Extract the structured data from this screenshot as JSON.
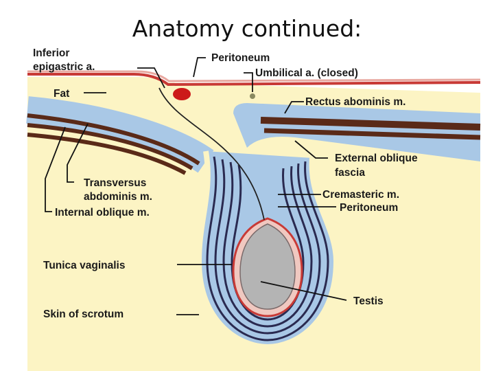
{
  "title": "Anatomy continued:",
  "labels": {
    "inferior_line1": "Inferior",
    "inferior_line2": "epigastric a.",
    "fat": "Fat",
    "peritoneum_top": "Peritoneum",
    "umbilical": "Umbilical a. (closed)",
    "rectus": "Rectus abominis m.",
    "external_line1": "External oblique",
    "external_line2": "fascia",
    "transversus_line1": "Transversus",
    "transversus_line2": "abdominis m.",
    "internal": "Internal oblique m.",
    "cremasteric": "Cremasteric m.",
    "peritoneum_lower": "Peritoneum",
    "tunica": "Tunica vaginalis",
    "testis": "Testis",
    "skin": "Skin of scrotum"
  },
  "colors": {
    "fat": "#fcf4c4",
    "fascia_blue": "#a9c8e6",
    "muscle_brown": "#5a2a18",
    "peritoneum_red": "#c83a36",
    "testis_gray": "#b4b4b4",
    "vessel_red": "#cc1a1a"
  }
}
